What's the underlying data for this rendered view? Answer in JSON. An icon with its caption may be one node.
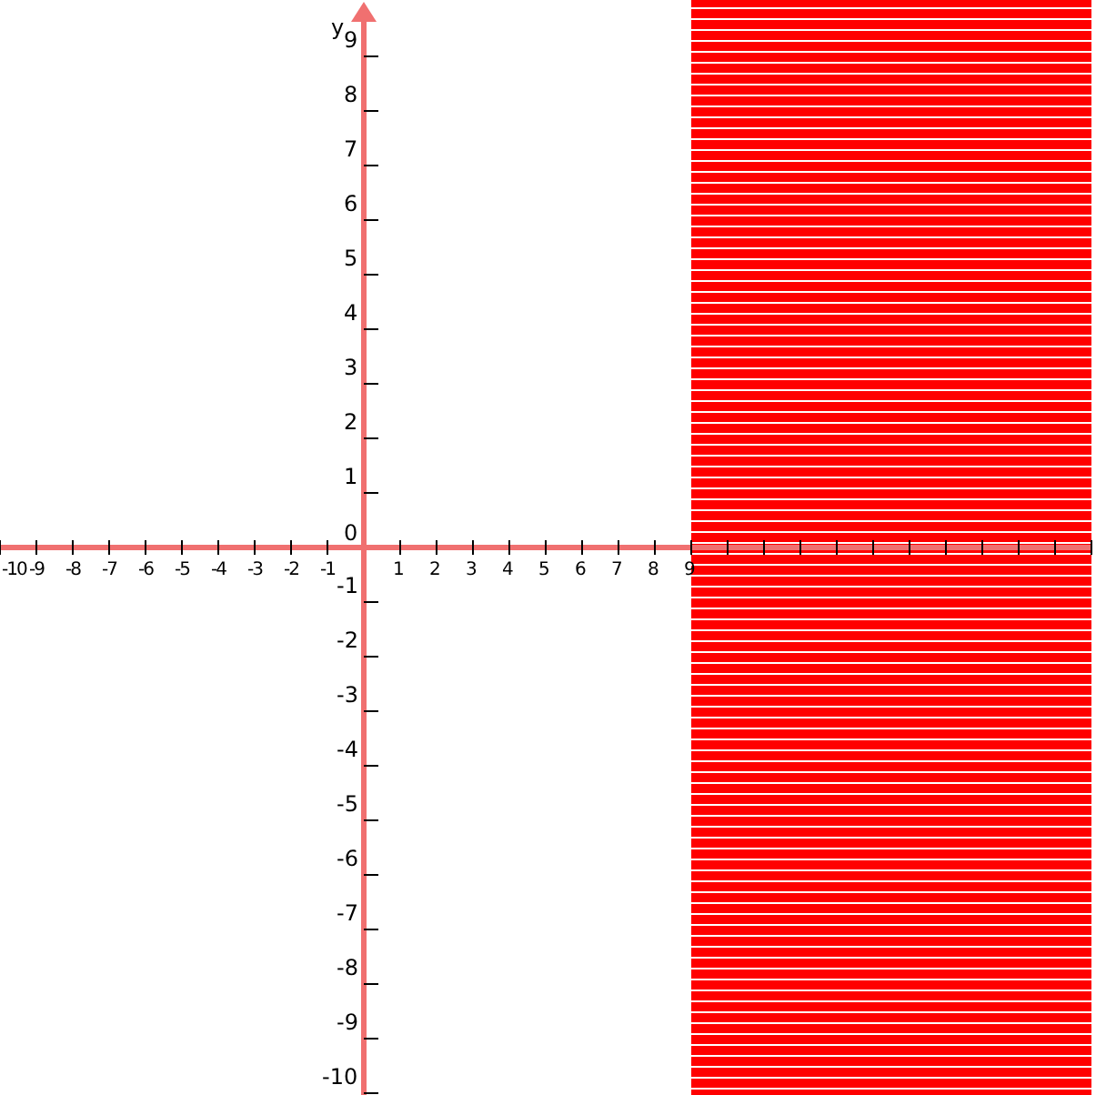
{
  "diagram": {
    "labels": [
      "y",
      "9",
      "8",
      "7",
      "6",
      "5",
      "4",
      "3",
      "2",
      "1",
      "0",
      "-10",
      "-9",
      "-8",
      "-7",
      "-6",
      "-5",
      "-4",
      "-3",
      "-2",
      "-1",
      "1",
      "2",
      "3",
      "4",
      "5",
      "6",
      "7",
      "8",
      "9",
      "-1",
      "-2",
      "-3",
      "-4",
      "-5",
      "-6",
      "-7",
      "-8",
      "-9",
      "-10"
    ]
  }
}
